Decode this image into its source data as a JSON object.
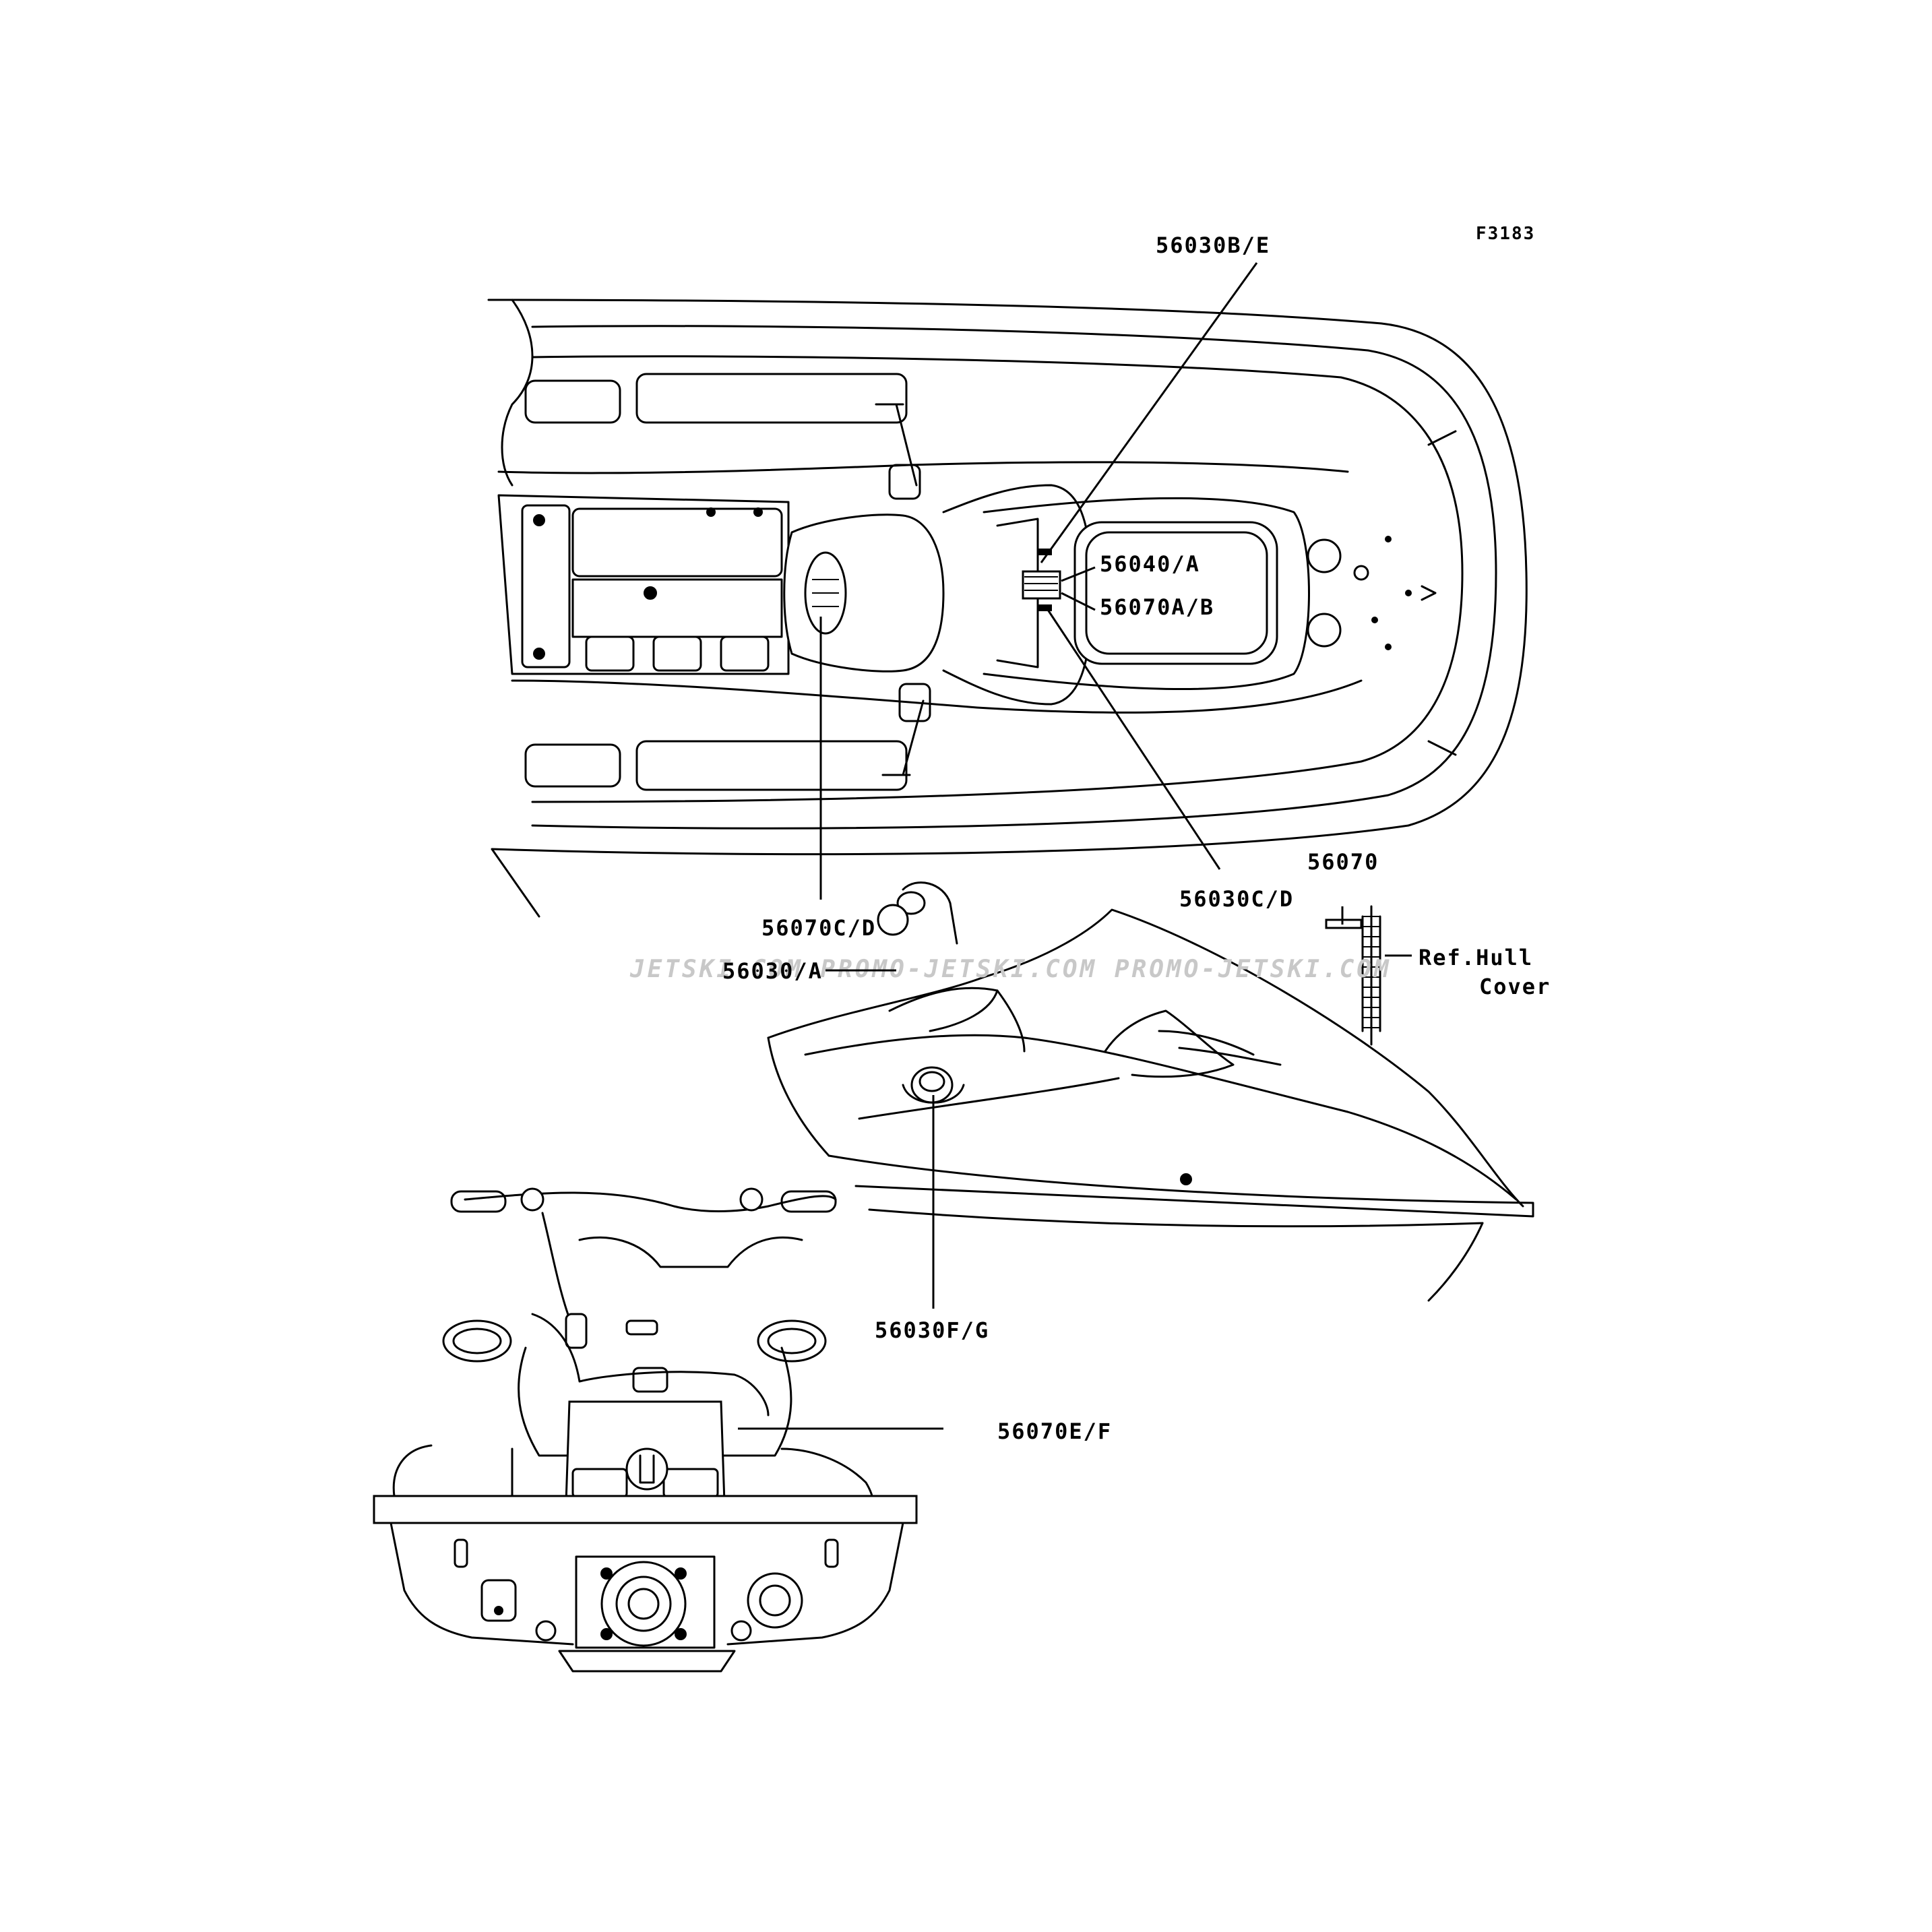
{
  "figure": {
    "id": "F3183",
    "watermark": "JETSKI.COM  PROMO-JETSKI.COM  PROMO-JETSKI.COM"
  },
  "callouts": [
    {
      "key": "c1",
      "label": "56030B/E"
    },
    {
      "key": "c2",
      "label": "56040/A"
    },
    {
      "key": "c3",
      "label": "56070A/B"
    },
    {
      "key": "c4",
      "label": "56030C/D"
    },
    {
      "key": "c5",
      "label": "56070C/D"
    },
    {
      "key": "c6",
      "label": "56030/A"
    },
    {
      "key": "c7",
      "label": "56070"
    },
    {
      "key": "c8",
      "label": "56030F/G"
    },
    {
      "key": "c9",
      "label": "56070E/F"
    }
  ],
  "reference": {
    "line1": "Ref.Hull",
    "line2": "Cover"
  }
}
